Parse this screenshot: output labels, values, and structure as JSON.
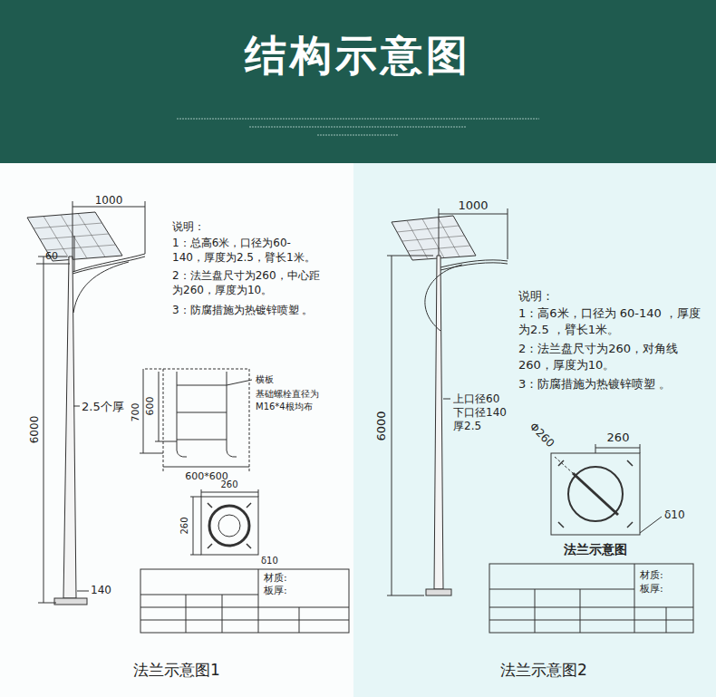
{
  "diagram": {
    "title": "结构示意图",
    "labels": [
      "1000",
      "60",
      "6000",
      "2.5个厚",
      "140",
      "说明：",
      "1：总高6米，口径为60-140，厚度为2.5，臂长1米。",
      "2：法兰盘尺寸为260，中心距为260，厚度为10。",
      "3：防腐措施为热镀锌喷塑 。",
      "横板",
      "基础螺栓直径为M16*4根均布",
      "700",
      "600",
      "600*600",
      "260",
      "260",
      "δ10",
      "材质:",
      "板厚:",
      "法兰示意图1",
      "1000",
      "6000",
      "说明：",
      "1：高6米，口径为 60-140 ，厚度为2.5 ，臂长1米。",
      "2：法兰盘尺寸为260，对角线260，厚度为10。",
      "3：防腐措施为热镀锌喷塑 。",
      "上口径60",
      "下口径140",
      "厚2.5",
      "Φ260",
      "260",
      "δ10",
      "法兰示意图",
      "材质:",
      "板厚:",
      "法兰示意图2"
    ]
  }
}
